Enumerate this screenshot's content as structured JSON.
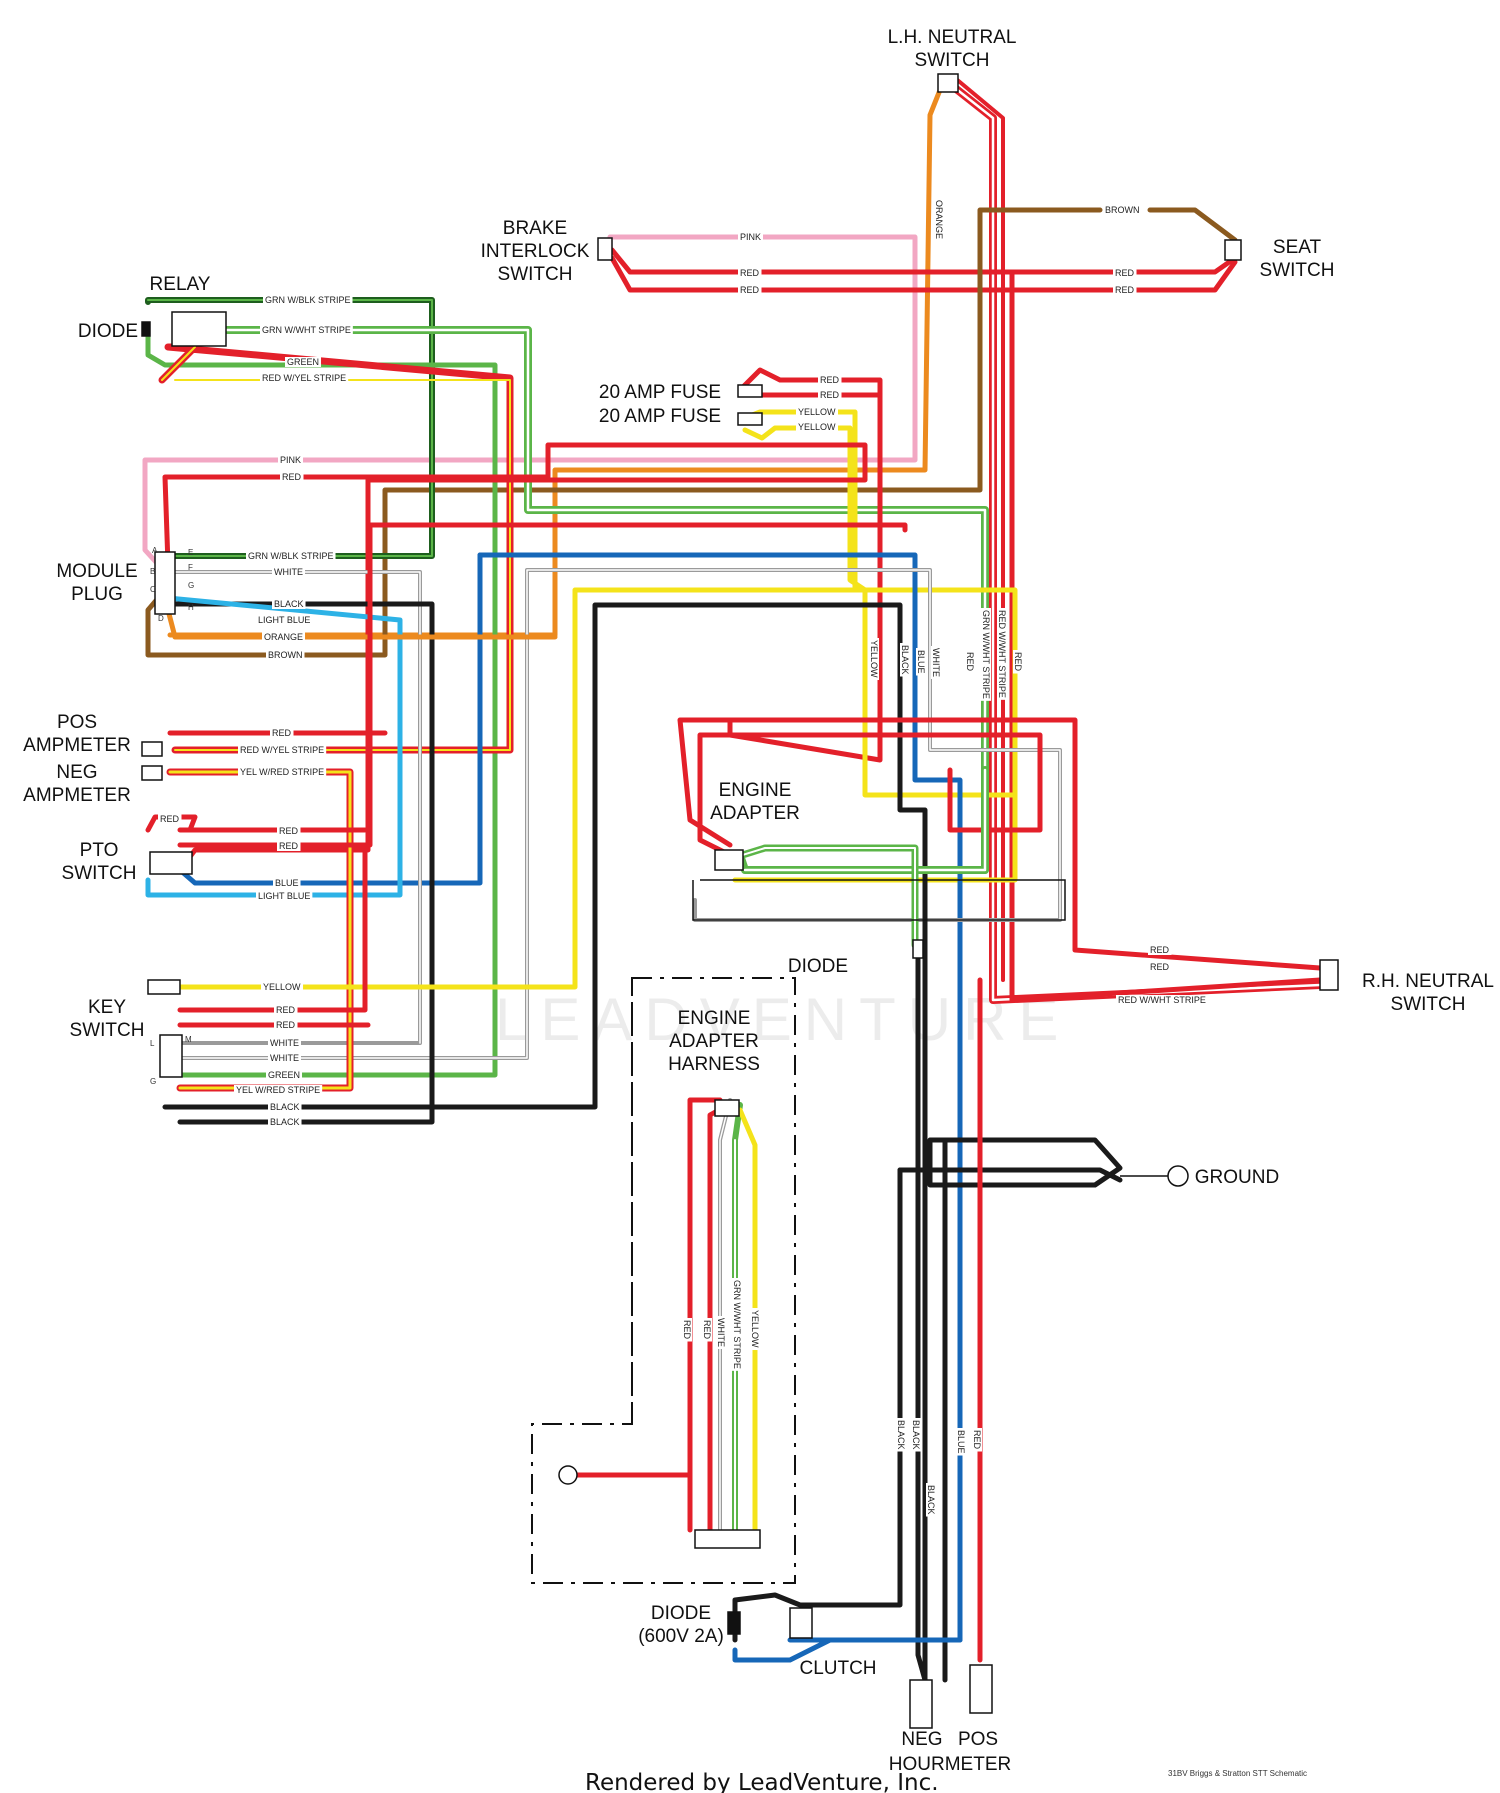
{
  "components": {
    "lh_neutral_switch": [
      "L.H. NEUTRAL",
      "SWITCH"
    ],
    "brake_interlock_switch": [
      "BRAKE",
      "INTERLOCK",
      "SWITCH"
    ],
    "seat_switch": [
      "SEAT",
      "SWITCH"
    ],
    "relay": "RELAY",
    "diode_relay": "DIODE",
    "fuse_1": "20 AMP FUSE",
    "fuse_2": "20 AMP FUSE",
    "module_plug": [
      "MODULE",
      "PLUG"
    ],
    "pos_ampmeter": [
      "POS",
      "AMPMETER"
    ],
    "neg_ampmeter": [
      "NEG",
      "AMPMETER"
    ],
    "pto_switch": [
      "PTO",
      "SWITCH"
    ],
    "key_switch": [
      "KEY",
      "SWITCH"
    ],
    "engine_adapter": [
      "ENGINE",
      "ADAPTER"
    ],
    "diode_adapter": "DIODE",
    "engine_adapter_harness": [
      "ENGINE",
      "ADAPTER",
      "HARNESS"
    ],
    "rh_neutral_switch": [
      "R.H. NEUTRAL",
      "SWITCH"
    ],
    "ground": "GROUND",
    "diode_clutch": [
      "DIODE",
      "(600V 2A)"
    ],
    "clutch": "CLUTCH",
    "hourmeter": [
      "NEG",
      "POS",
      "HOURMETER"
    ]
  },
  "module_pins": [
    "A",
    "B",
    "C",
    "D",
    "E",
    "F",
    "G",
    "H"
  ],
  "key_pins": [
    "L",
    "M",
    "G"
  ],
  "wire_labels": {
    "orange_lh": "ORANGE",
    "pink_brake": "PINK",
    "red_brake_1": "RED",
    "red_brake_2": "RED",
    "brown_seat": "BROWN",
    "red_seat_1": "RED",
    "red_seat_2": "RED",
    "relay_grn_blk": "GRN W/BLK STRIPE",
    "relay_grn_wht": "GRN W/WHT STRIPE",
    "relay_green": "GREEN",
    "relay_red_yel": "RED W/YEL STRIPE",
    "fuse_red_1": "RED",
    "fuse_red_2": "RED",
    "fuse_yel_1": "YELLOW",
    "fuse_yel_2": "YELLOW",
    "mod_pink": "PINK",
    "mod_red": "RED",
    "mod_grn_blk": "GRN W/BLK STRIPE",
    "mod_white": "WHITE",
    "mod_black": "BLACK",
    "mod_lblue": "LIGHT BLUE",
    "mod_orange": "ORANGE",
    "mod_brown": "BROWN",
    "pos_red": "RED",
    "pos_red_yel": "RED W/YEL STRIPE",
    "neg_yel_red": "YEL W/RED STRIPE",
    "pto_red_top": "RED",
    "pto_red_1": "RED",
    "pto_red_2": "RED",
    "pto_blue": "BLUE",
    "pto_lblue": "LIGHT BLUE",
    "key_yellow": "YELLOW",
    "key_red_1": "RED",
    "key_red_2": "RED",
    "key_white_1": "WHITE",
    "key_white_2": "WHITE",
    "key_green": "GREEN",
    "key_yel_red": "YEL W/RED STRIPE",
    "key_black_1": "BLACK",
    "key_black_2": "BLACK",
    "v_yellow": "YELLOW",
    "v_black": "BLACK",
    "v_blue": "BLUE",
    "v_white": "WHITE",
    "v_red": "RED",
    "v_grn_wht": "GRN W/WHT STRIPE",
    "v_red_wht": "RED W/WHT STRIPE",
    "v_red_2": "RED",
    "rh_red_1": "RED",
    "rh_red_2": "RED",
    "rh_red_wht": "RED W/WHT STRIPE",
    "h_red": "RED",
    "h_white": "WHITE",
    "h_red_2": "RED",
    "h_grn_wht": "GRN W/WHT STRIPE",
    "h_yellow": "YELLOW",
    "b_black_1": "BLACK",
    "b_black_2": "BLACK",
    "b_black_3": "BLACK",
    "b_blue": "BLUE",
    "b_red": "RED"
  },
  "watermark": "LEADVENTURE",
  "caption": "31BV Briggs & Stratton STT Schematic",
  "footer": "Rendered by LeadVenture, Inc.",
  "colors": {
    "red": "#e3202a",
    "pink": "#f2a7c3",
    "orange": "#ec8a1f",
    "brown": "#8b5a1f",
    "green": "#5bb548",
    "dark_green": "#2f7d32",
    "yellow": "#f4e31a",
    "blue": "#1667b8",
    "light_blue": "#2db2e6",
    "black": "#1a1a1a",
    "white_wire": "#9a9a9a"
  }
}
